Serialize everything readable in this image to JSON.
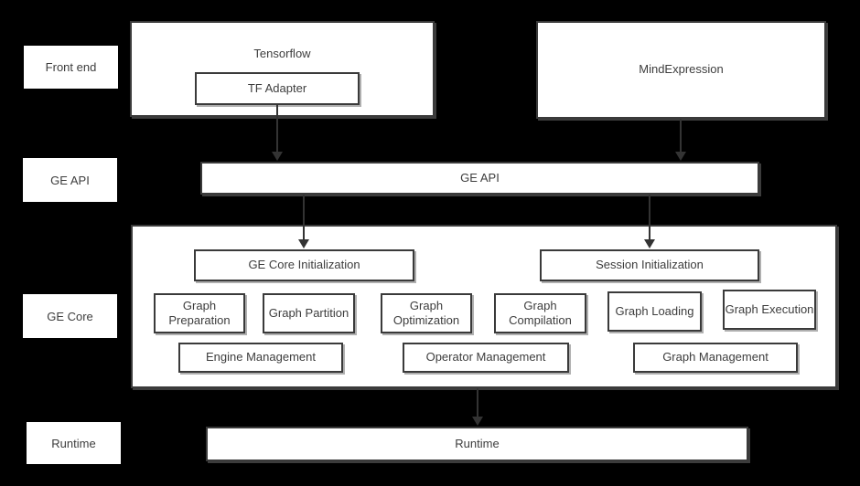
{
  "diagram": {
    "row_labels": {
      "front_end": "Front end",
      "ge_api": "GE API",
      "ge_core": "GE Core",
      "runtime": "Runtime"
    },
    "frontend": {
      "tensorflow_title": "Tensorflow",
      "tf_adapter": "TF Adapter",
      "mindexpression": "MindExpression"
    },
    "ge_api_bar": {
      "label": "GE API"
    },
    "ge_core": {
      "core_init": "GE Core Initialization",
      "session_init": "Session Initialization",
      "stages": [
        {
          "label": "Graph Preparation"
        },
        {
          "label": "Graph Partition"
        },
        {
          "label": "Graph Optimization"
        },
        {
          "label": "Graph Compilation"
        },
        {
          "label": "Graph Loading"
        },
        {
          "label": "Graph Execution"
        }
      ],
      "management": [
        {
          "label": "Engine Management"
        },
        {
          "label": "Operator Management"
        },
        {
          "label": "Graph Management"
        }
      ]
    },
    "runtime_bar": {
      "label": "Runtime"
    }
  },
  "colors": {
    "background": "#000000",
    "box_fill": "#ffffff",
    "box_border": "#3a3a3a",
    "text": "#3d3d3d",
    "arrow": "#333333"
  }
}
